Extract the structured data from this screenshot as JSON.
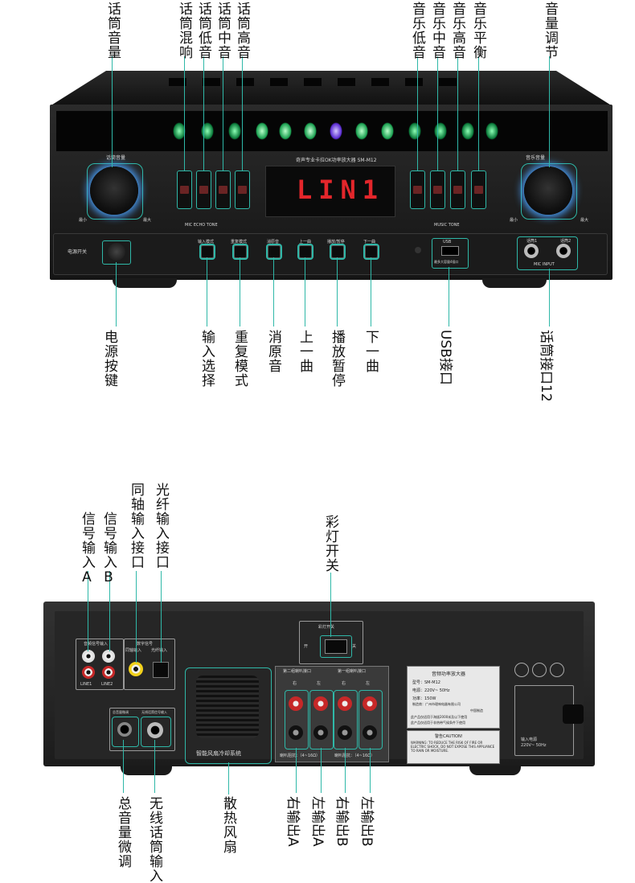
{
  "front": {
    "model_text": "奇声专业卡拉OK功率放大器 SM-M12",
    "display_text": "LIN1",
    "mic_volume_label": "话筒音量",
    "music_volume_label": "音乐音量",
    "knob_min": "最小",
    "knob_max": "最大",
    "mic_echo_tone": "MIC ECHO TONE",
    "music_tone": "MUSIC TONE",
    "power_switch_label": "电源开关",
    "mic_input": "MIC INPUT",
    "mic1": "话筒1",
    "mic2": "话筒2",
    "usb_mark": "USB",
    "usb_sub": "最多大容量4插口"
  },
  "front_top_labels": [
    {
      "id": "mic-volume",
      "text": "话筒音量"
    },
    {
      "id": "mic-echo",
      "text": "话筒混响"
    },
    {
      "id": "mic-bass",
      "text": "话筒低音"
    },
    {
      "id": "mic-mid",
      "text": "话筒中音"
    },
    {
      "id": "mic-treble",
      "text": "话筒高音"
    },
    {
      "id": "music-bass",
      "text": "音乐低音"
    },
    {
      "id": "music-mid",
      "text": "音乐中音"
    },
    {
      "id": "music-treble",
      "text": "音乐高音"
    },
    {
      "id": "music-balance",
      "text": "音乐平衡"
    },
    {
      "id": "volume-adjust",
      "text": "音量调节"
    }
  ],
  "front_bottom_labels": [
    {
      "id": "power-button",
      "text": "电源按键"
    },
    {
      "id": "input-select",
      "text": "输入选择"
    },
    {
      "id": "repeat-mode",
      "text": "重复模式"
    },
    {
      "id": "vocal-cancel",
      "text": "消原音"
    },
    {
      "id": "prev-track",
      "text": "上一曲"
    },
    {
      "id": "play-pause",
      "text": "播放暂停"
    },
    {
      "id": "next-track",
      "text": "下一曲"
    },
    {
      "id": "usb-port",
      "text": "USB接口"
    },
    {
      "id": "mic-port",
      "text": "话筒接口12"
    }
  ],
  "buttons_small": {
    "b1": "输入模式",
    "b2": "重复模式",
    "b3": "消原音",
    "b4": "上一曲",
    "b5": "播放/暂停",
    "b6": "下一曲"
  },
  "back_top_labels": [
    {
      "id": "signal-a",
      "text": "信号输入A"
    },
    {
      "id": "signal-b",
      "text": "信号输入B"
    },
    {
      "id": "coaxial",
      "text": "同轴输入接口"
    },
    {
      "id": "optical",
      "text": "光纤输入接口"
    },
    {
      "id": "light-switch",
      "text": "彩灯开关"
    }
  ],
  "back_bottom_labels": [
    {
      "id": "master-volume",
      "text": "总音量微调"
    },
    {
      "id": "wireless-mic",
      "text": "无线话筒输入"
    },
    {
      "id": "cooling-fan",
      "text": "散热风扇"
    },
    {
      "id": "right-out-a",
      "text": "右输出A"
    },
    {
      "id": "left-out-a",
      "text": "左输出A"
    },
    {
      "id": "right-out-b",
      "text": "右输出B"
    },
    {
      "id": "left-out-b",
      "text": "左输出B"
    }
  ],
  "back": {
    "analog_input": "音频信号输入",
    "digital_input": "数字信号",
    "coax_small": "同轴输入",
    "optical_small": "光纤输入",
    "line1": "LINE1",
    "line2": "LINE2",
    "light_switch_title": "彩灯开关",
    "on": "开",
    "off": "关",
    "fan_caption": "智能风扇冷却系统",
    "speaker2": "第二组喇叭接口",
    "speaker1": "第一组喇叭接口",
    "right": "右",
    "left": "左",
    "impedance": "喇叭阻抗：（4~16Ω）",
    "nameplate_title": "音频功率放大器",
    "model": "型号：SM-M12",
    "power_src": "电源：220V~ 50Hz",
    "power_w": "功率：150W",
    "maker": "制造商：广州市理响电器有限公司",
    "made_in": "中国制造",
    "note1": "此产品仅适用于海拔2000米及以下使用",
    "note2": "此产品仅适用于非热带气候条件下使用",
    "caution_title": "警告CAUTION!",
    "caution_text": "WARNING: TO REDUCE THE RISK OF FIRE OR ELECTRIC SHOCK, DO NOT EXPOSE THIS APPLIANCE TO RAIN OR MOISTURE.",
    "input_power": "输入电源",
    "input_power_value": "220V~ 50Hz",
    "master_small": "总音量微调",
    "wireless_small": "无线话筒信号输入"
  },
  "colors": {
    "accent_leader": "#2fb8a8",
    "display_red": "#e3262b",
    "knob_glow": "#4aa3ff"
  }
}
